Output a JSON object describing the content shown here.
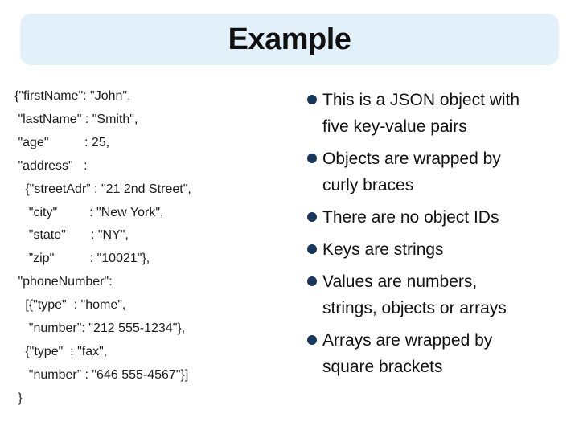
{
  "slide": {
    "title": "Example"
  },
  "code": {
    "lines": [
      "{\"firstName\": \"John\",",
      " \"lastName\" : \"Smith\",",
      " \"age\"          : 25,",
      " \"address\"   :",
      "   {\"streetAdr” : \"21 2nd Street\",",
      "    \"city\"         : \"New York\",",
      "    \"state\"       : \"NY\",",
      "    ”zip\"          : \"10021\"},",
      " \"phoneNumber\":",
      "   [{\"type\"  : \"home\",",
      "    \"number\": \"212 555-1234\"},",
      "   {\"type\"  : \"fax\",",
      "    \"number” : \"646 555-4567\"}]",
      " }"
    ]
  },
  "bullets": {
    "items": [
      {
        "text": "This is a JSON object with\nfive key-value pairs"
      },
      {
        "text": "Objects are wrapped by\ncurly braces"
      },
      {
        "text": "There are no object IDs"
      },
      {
        "text": "Keys are strings"
      },
      {
        "text": "Values are numbers,\nstrings, objects or arrays"
      },
      {
        "text": "Arrays are wrapped by\nsquare brackets"
      }
    ]
  },
  "colors": {
    "banner_bg": "#E2F0FA",
    "title_text": "#111111",
    "bullet_dot": "#17375D",
    "body_text": "#1C1C1C"
  }
}
